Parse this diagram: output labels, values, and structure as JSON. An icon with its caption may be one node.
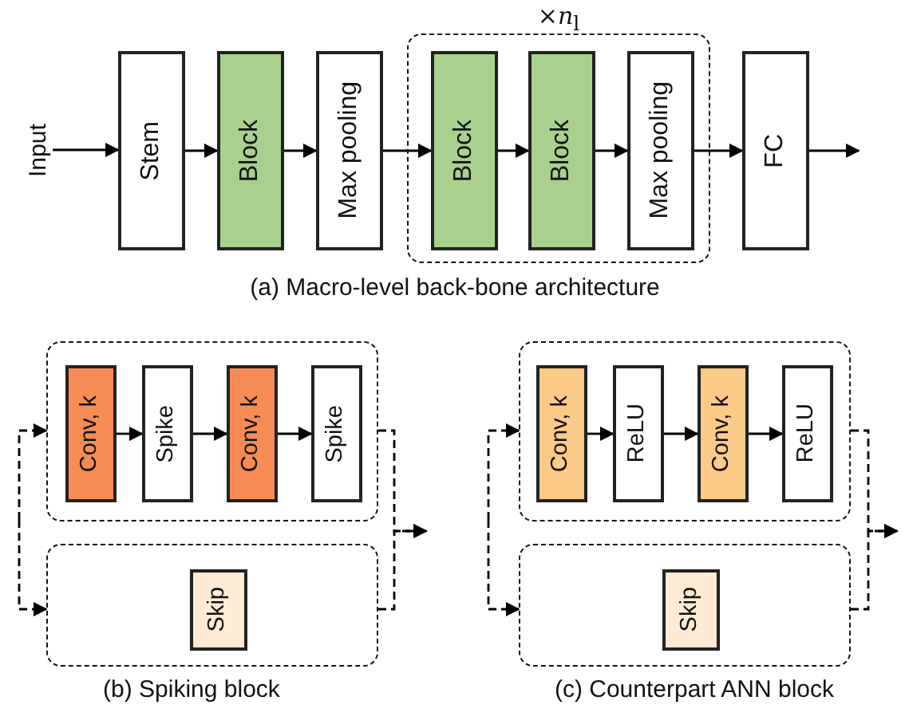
{
  "diagram": {
    "nodes": [
      {
        "text": [
          "Input"
        ]
      },
      {
        "text": [
          "Stem"
        ]
      },
      {
        "text": [
          "Block"
        ]
      },
      {
        "text": [
          "Max pooling"
        ]
      },
      {
        "text": [
          "×*n*$_{l}$"
        ]
      },
      {
        "text": [
          "Block"
        ],
        "in": 4
      },
      {
        "text": [
          "Block"
        ],
        "in": 4
      },
      {
        "text": [
          "Max pooling"
        ],
        "in": 4
      },
      {
        "text": [
          "FC"
        ]
      },
      {
        "text": [],
        "shape": "box"
      },
      {
        "text": [
          "Conv, k"
        ],
        "in": 9
      },
      {
        "text": [
          "Spike"
        ],
        "in": 9
      },
      {
        "text": [
          "Conv, k"
        ],
        "in": 9
      },
      {
        "text": [
          "Spike"
        ],
        "in": 9
      },
      {
        "text": [],
        "shape": "box"
      },
      {
        "text": [
          "Skip"
        ],
        "in": 14
      },
      {
        "text": [],
        "shape": "box"
      },
      {
        "text": [
          "Conv, k"
        ],
        "in": 16
      },
      {
        "text": [
          "ReLU"
        ],
        "in": 16
      },
      {
        "text": [
          "Conv, k"
        ],
        "in": 16
      },
      {
        "text": [
          "ReLU"
        ],
        "in": 16
      },
      {
        "text": [],
        "shape": "box"
      },
      {
        "text": [
          "Skip"
        ],
        "in": 21
      }
    ],
    "edges": [
      {
        "from": 0,
        "to": 1,
        "arrow": "to"
      },
      {
        "from": 1,
        "to": 2,
        "arrow": "to"
      },
      {
        "from": 2,
        "to": 3,
        "arrow": "to"
      },
      {
        "from": 3,
        "to": 5,
        "arrow": "to"
      },
      {
        "from": 5,
        "to": 6,
        "arrow": "to"
      },
      {
        "from": 6,
        "to": 7,
        "arrow": "to"
      },
      {
        "from": 7,
        "to": 8,
        "arrow": "to"
      },
      {
        "from": 8,
        "to": null,
        "arrow": "to"
      },
      {
        "from": 10,
        "to": 11,
        "arrow": "to"
      },
      {
        "from": 11,
        "to": 12,
        "arrow": "to"
      },
      {
        "from": 12,
        "to": 13,
        "arrow": "to"
      },
      {
        "from": null,
        "to": 9,
        "arrow": "to",
        "style": "dashed"
      },
      {
        "from": null,
        "to": 14,
        "arrow": "to",
        "style": "dashed"
      },
      {
        "from": 9,
        "to": null,
        "arrow": "to",
        "style": "dashed"
      },
      {
        "from": 14,
        "to": null,
        "arrow": "to",
        "style": "dashed"
      },
      {
        "from": 17,
        "to": 18,
        "arrow": "to"
      },
      {
        "from": 18,
        "to": 19,
        "arrow": "to"
      },
      {
        "from": 19,
        "to": 20,
        "arrow": "to"
      },
      {
        "from": null,
        "to": 16,
        "arrow": "to",
        "style": "dashed"
      },
      {
        "from": null,
        "to": 21,
        "arrow": "to",
        "style": "dashed"
      },
      {
        "from": 16,
        "to": null,
        "arrow": "to",
        "style": "dashed"
      },
      {
        "from": 21,
        "to": null,
        "arrow": "to",
        "style": "dashed"
      }
    ],
    "labels": [
      "(a) Macro-level back-bone architecture",
      "(b) Spiking block",
      "(c) Counterpart ANN block"
    ]
  }
}
